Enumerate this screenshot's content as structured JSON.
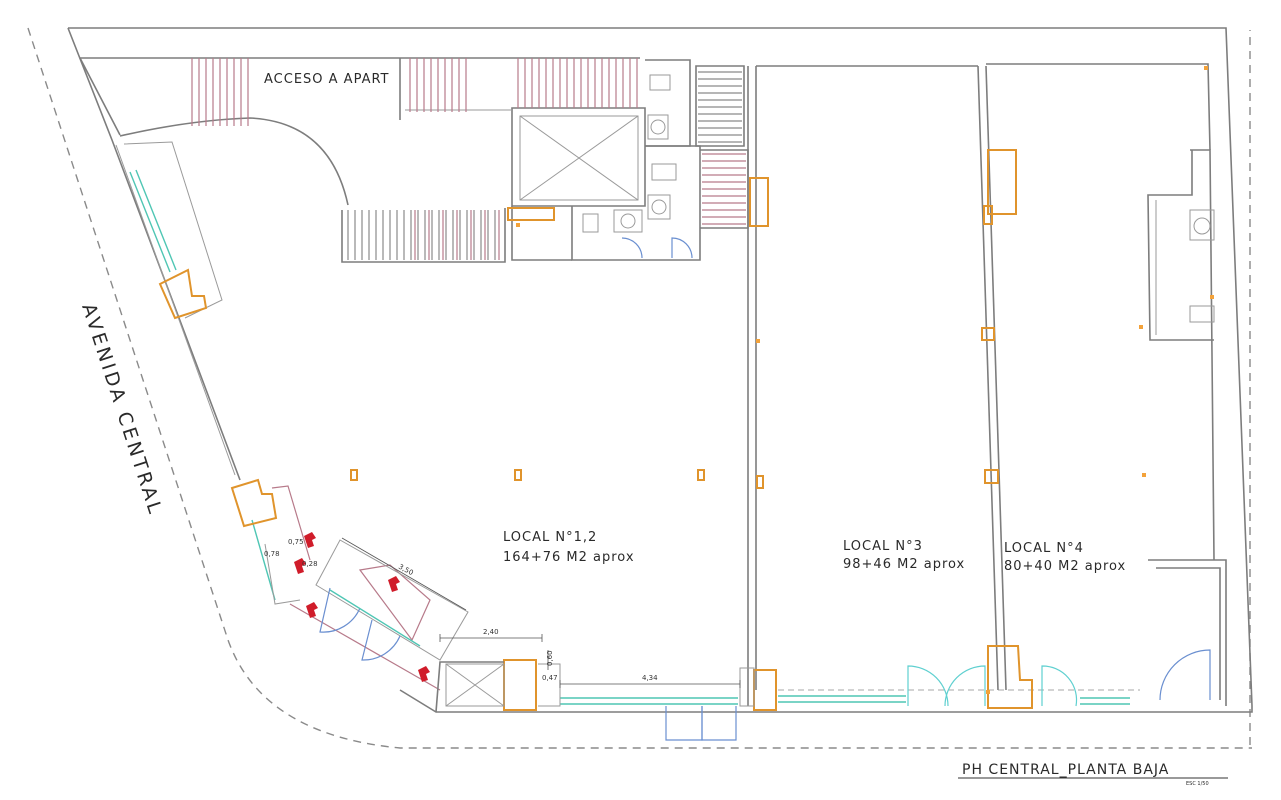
{
  "plan": {
    "access_label": "ACCESO A APART",
    "street_label": "AVENIDA CENTRAL",
    "title": "PH CENTRAL_PLANTA BAJA",
    "scale": "ESC 1/50"
  },
  "locals": [
    {
      "name": "LOCAL N°1,2",
      "area": "164+76 M2 aprox"
    },
    {
      "name": "LOCAL N°3",
      "area": "98+46 M2 aprox"
    },
    {
      "name": "LOCAL N°4",
      "area": "80+40 M2 aprox"
    }
  ],
  "dimensions": {
    "d1": "2,40",
    "d2": "4,34",
    "d3": "3,50",
    "d4": "0,47",
    "d5": "0,75",
    "d6": "0,78",
    "d7": "0,28",
    "d8": "0,60"
  },
  "colors": {
    "wall": "#7d7d7d",
    "column": "#e0942c",
    "glass": "#4fc6b4",
    "stair": "#b77a8a",
    "marker": "#d01c2a"
  }
}
